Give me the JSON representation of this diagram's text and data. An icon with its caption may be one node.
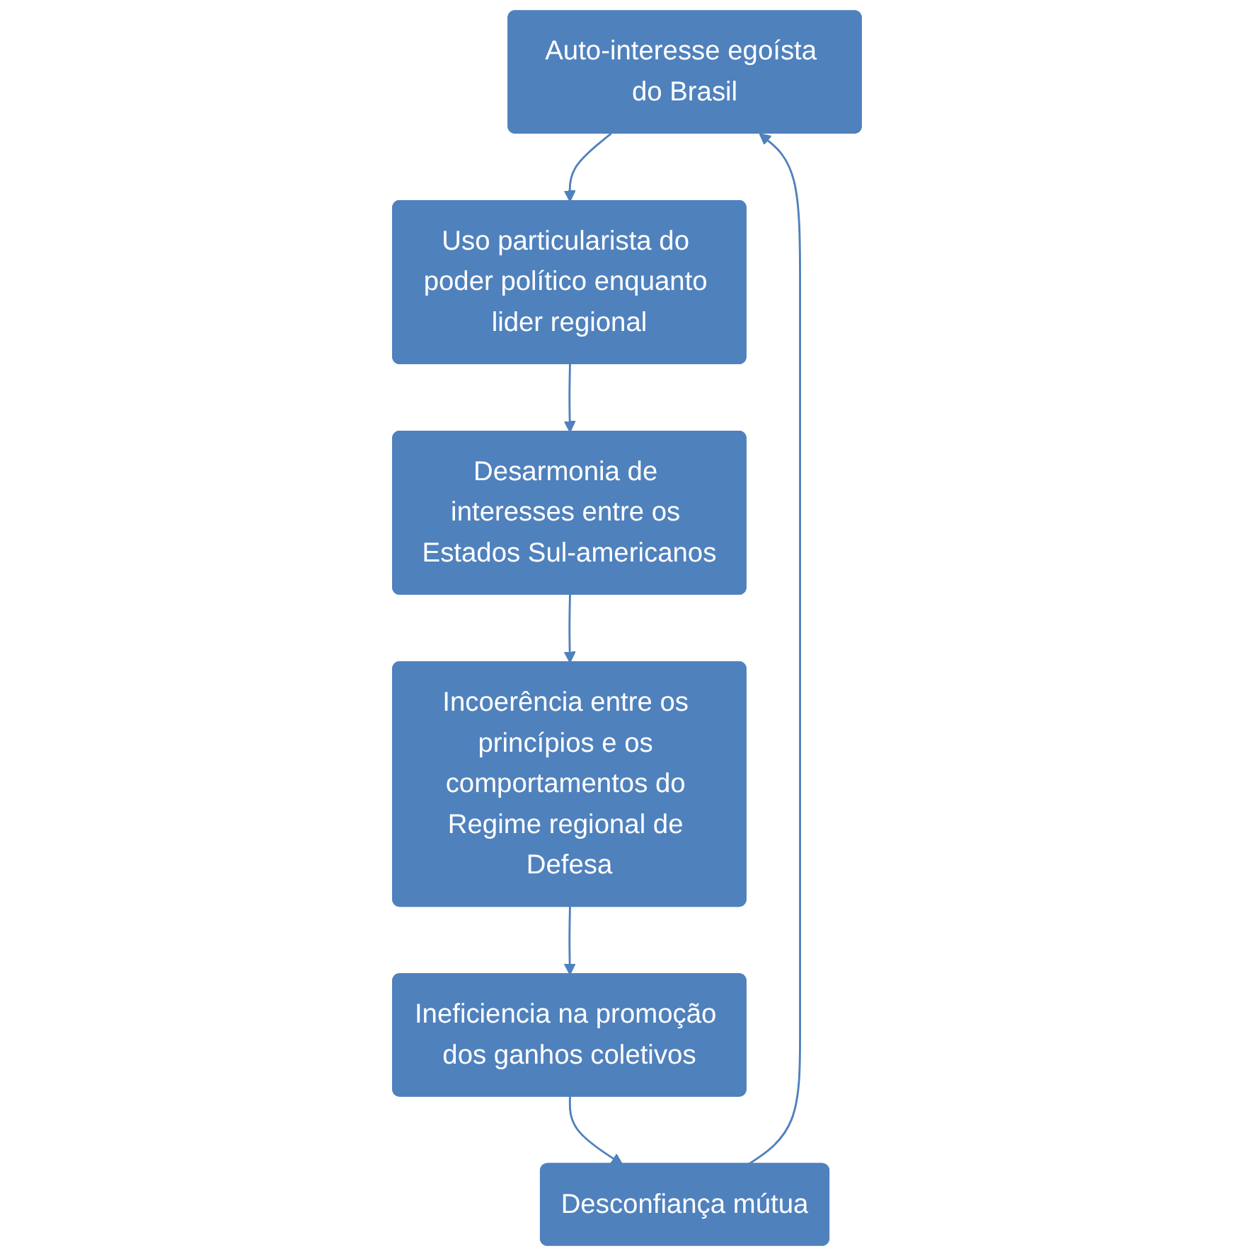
{
  "diagram": {
    "nodes": [
      {
        "text": [
          "Auto-interesse egoísta do Brasil"
        ]
      },
      {
        "text": [
          "Uso particularista do poder político enquanto lider regional"
        ]
      },
      {
        "text": [
          "Desarmonia de interesses entre os Estados Sul-americanos"
        ]
      },
      {
        "text": [
          "Incoerência entre os princípios e os comportamentos do Regime regional de Defesa"
        ]
      },
      {
        "text": [
          "Ineficiencia na promoção dos ganhos coletivos"
        ]
      },
      {
        "text": [
          "Desconfiança mútua"
        ]
      }
    ],
    "edges": [
      {
        "from": 0,
        "to": 1,
        "arrow": "to"
      },
      {
        "from": 1,
        "to": 2,
        "arrow": "to"
      },
      {
        "from": 2,
        "to": 3,
        "arrow": "to"
      },
      {
        "from": 3,
        "to": 4,
        "arrow": "to"
      },
      {
        "from": 4,
        "to": 5,
        "arrow": "to"
      },
      {
        "from": 5,
        "to": 0,
        "arrow": "to"
      }
    ]
  }
}
